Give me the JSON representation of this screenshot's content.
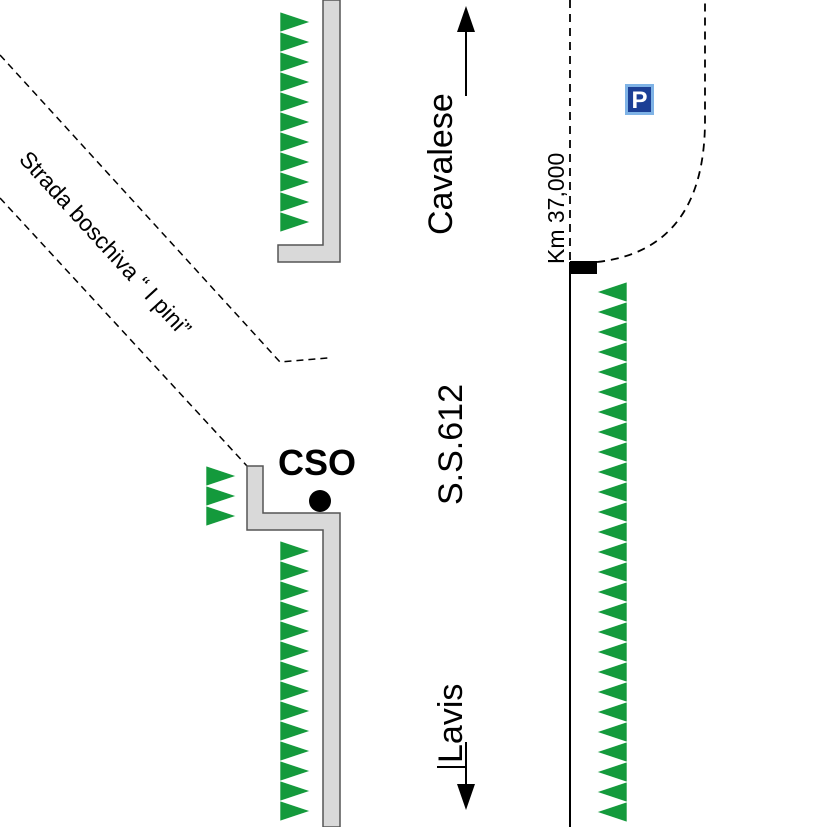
{
  "labels": {
    "cavalese": "Cavalese",
    "lavis": "Lavis",
    "road_name": "S.S.612",
    "forest_road": "Strada boschiva “ I pini”",
    "kilometer_marker": "Km 37,000",
    "cso": "CSO",
    "parking": "P"
  },
  "colors": {
    "tree_green": "#149a3c",
    "wall_fill": "#d9d9d9",
    "wall_stroke": "#555555",
    "parking_blue": "#1c3f95",
    "parking_border": "#7fb3e6",
    "line": "#000000"
  },
  "icons": {
    "arrow_north": "arrow-up-icon",
    "arrow_south": "arrow-down-icon",
    "parking": "parking-icon",
    "tree_row": "tree-icon",
    "cso_station": "filled-circle-icon",
    "km_post": "black-rectangle-icon"
  }
}
